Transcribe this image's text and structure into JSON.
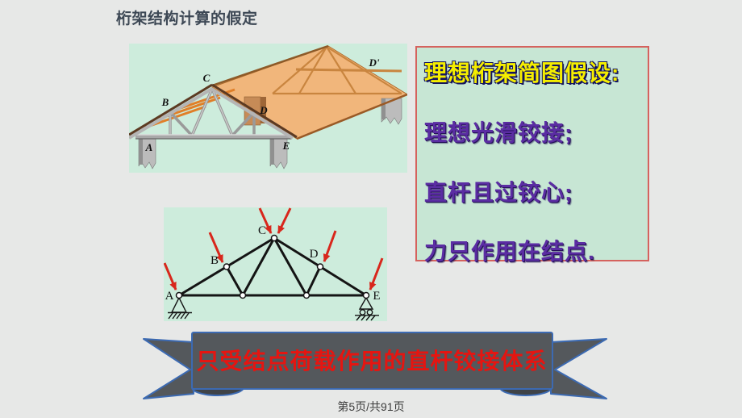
{
  "slide": {
    "title": "桁架结构计算的假定",
    "footer": "第5页/共91页"
  },
  "assumption_box": {
    "heading": "理想桁架简图假设:",
    "items": [
      "理想光滑铰接;",
      "直杆且过铰心;",
      "力只作用在结点."
    ]
  },
  "illustration_3d": {
    "description": "3d-roof-truss-illustration",
    "labels": {
      "A": "A",
      "B": "B",
      "C": "C",
      "D": "D",
      "D2": "D'",
      "E": "E"
    }
  },
  "truss_2d": {
    "description": "2d-truss-diagram-with-joint-loads",
    "labels": {
      "A": "A",
      "B": "B",
      "C": "C",
      "D": "D",
      "E": "E"
    },
    "supports": {
      "A": "pin",
      "E": "roller"
    },
    "load_arrow_count": 6
  },
  "banner": {
    "text": "只受结点荷载作用的直杆铰接体系"
  },
  "colors": {
    "slide_bg": "#e7e8e7",
    "diagram_bg": "#cdecdc",
    "box_bg": "#c7e6d4",
    "box_border": "#d5625e",
    "heading_yellow": "#f5ee00",
    "body_purple": "#5b2da3",
    "banner_fill": "#54585c",
    "banner_stroke": "#3c6ab2",
    "banner_text_red": "#e51511",
    "load_arrow_red": "#d8271c",
    "roof_orange": "#f1b67b",
    "truss_steel": "#b0b0b0"
  }
}
